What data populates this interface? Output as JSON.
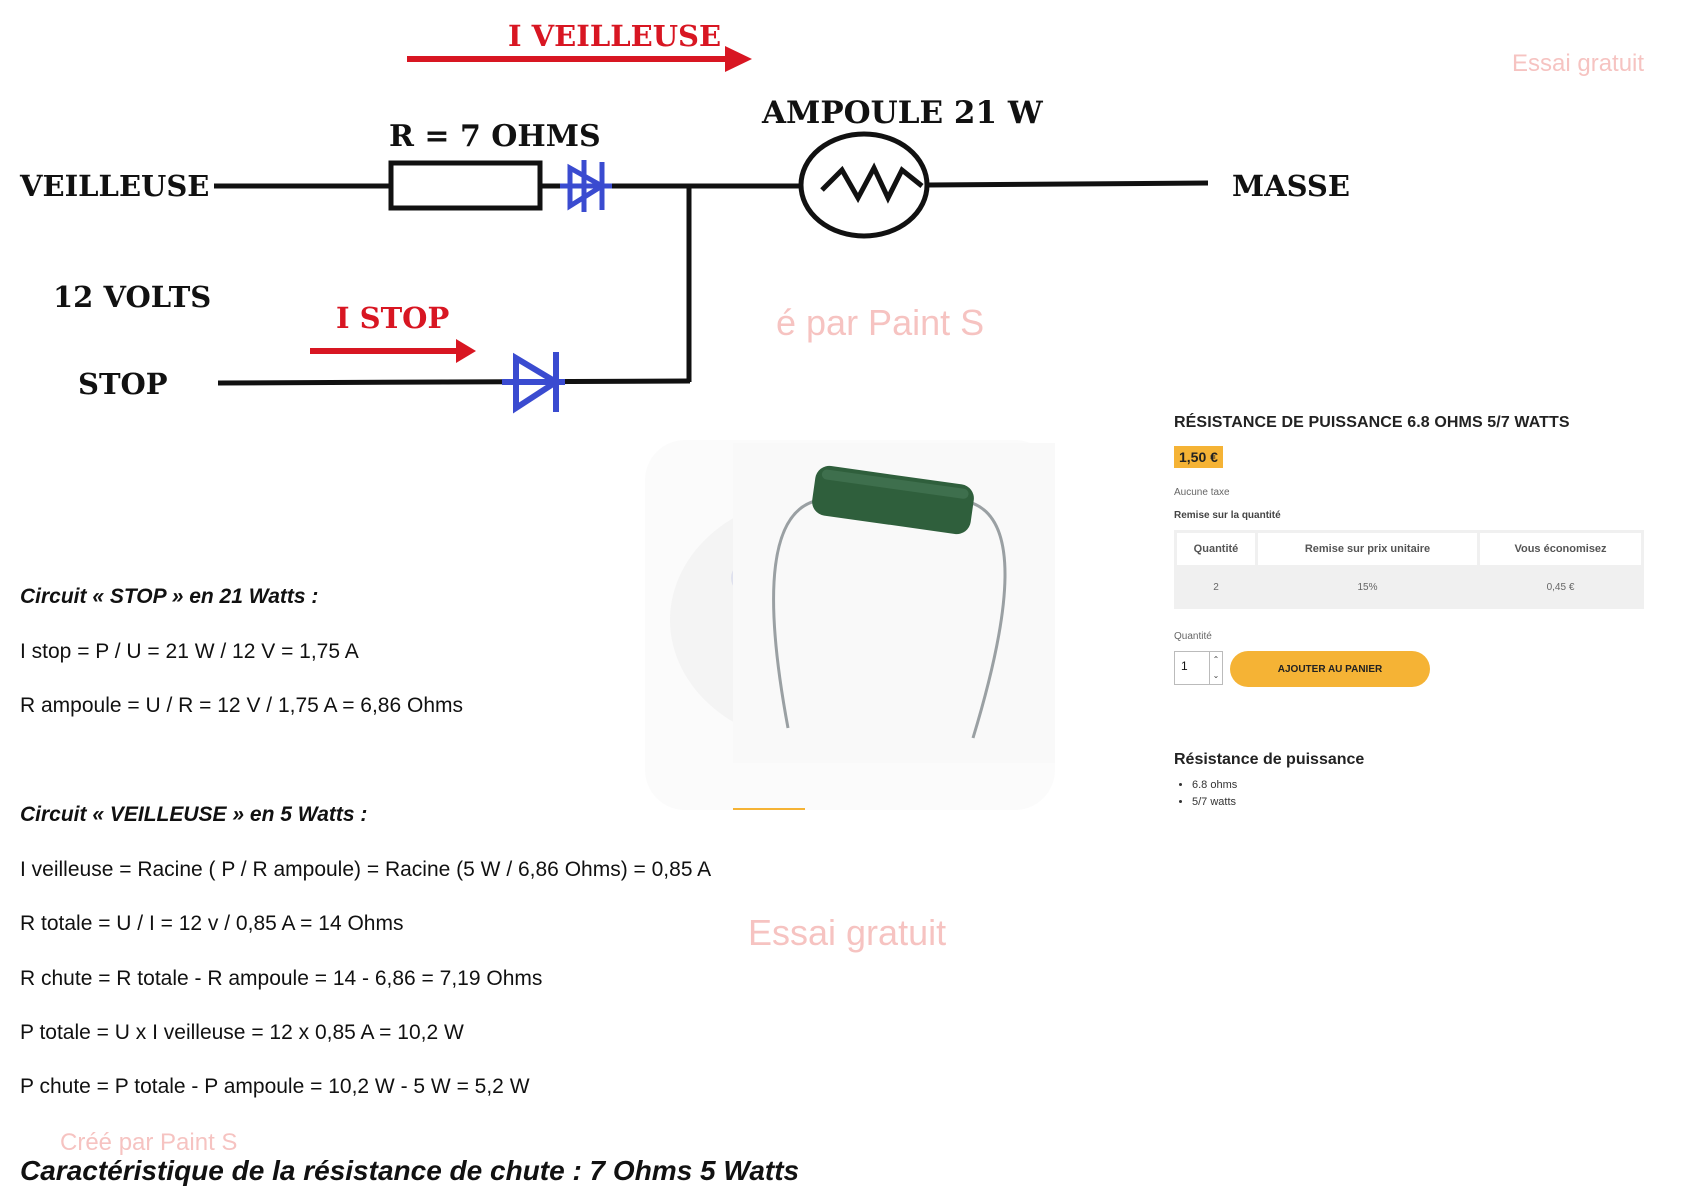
{
  "circuit": {
    "current_veilleuse_label": "I VEILLEUSE",
    "current_stop_label": "I STOP",
    "resistor_label": "R = 7 OHMS",
    "bulb_label": "AMPOULE 21 W",
    "veilleuse_label": "VEILLEUSE",
    "voltage_label": "12 VOLTS",
    "stop_label": "STOP",
    "masse_label": "MASSE",
    "colors": {
      "wire": "#111111",
      "arrow": "#d81622",
      "diode": "#3a4bd0"
    }
  },
  "watermarks": [
    "Essai gratuit",
    "é par Paint S",
    "Essai gratuit",
    "Créé par Paint S"
  ],
  "calculations": {
    "stop_title": "Circuit « STOP » en 21 Watts :",
    "stop_lines": [
      "I stop  =  P /  U = 21 W  / 12 V = 1,75 A",
      "R ampoule = U / R = 12 V  / 1,75 A = 6,86 Ohms"
    ],
    "veilleuse_title": "Circuit « VEILLEUSE »  en 5 Watts :",
    "veilleuse_lines": [
      "I veilleuse = Racine ( P / R ampoule) = Racine (5 W / 6,86 Ohms) = 0,85 A",
      "R totale =  U / I = 12 v / 0,85 A = 14 Ohms",
      "R chute = R totale - R ampoule = 14 - 6,86 = 7,19 Ohms",
      "P totale = U x I veilleuse = 12 x 0,85 A = 10,2 W",
      "P chute = P totale - P ampoule = 10,2 W - 5 W = 5,2 W"
    ],
    "final_title": "Caractéristique de la résistance de chute : 7 Ohms  5 Watts"
  },
  "product": {
    "title": "RÉSISTANCE DE PUISSANCE 6.8 OHMS 5/7 WATTS",
    "price": "1,50 €",
    "tax_note": "Aucune taxe",
    "discount_title": "Remise sur la quantité",
    "table_headers": [
      "Quantité",
      "Remise sur prix unitaire",
      "Vous économisez"
    ],
    "table_rows": [
      [
        "2",
        "15%",
        "0,45 €"
      ]
    ],
    "quantity_label": "Quantité",
    "quantity_value": "1",
    "add_to_cart": "AJOUTER AU PANIER",
    "features_title": "Résistance de puissance",
    "features": [
      "6.8 ohms",
      "5/7 watts"
    ],
    "colors": {
      "accent": "#f5b335"
    }
  }
}
